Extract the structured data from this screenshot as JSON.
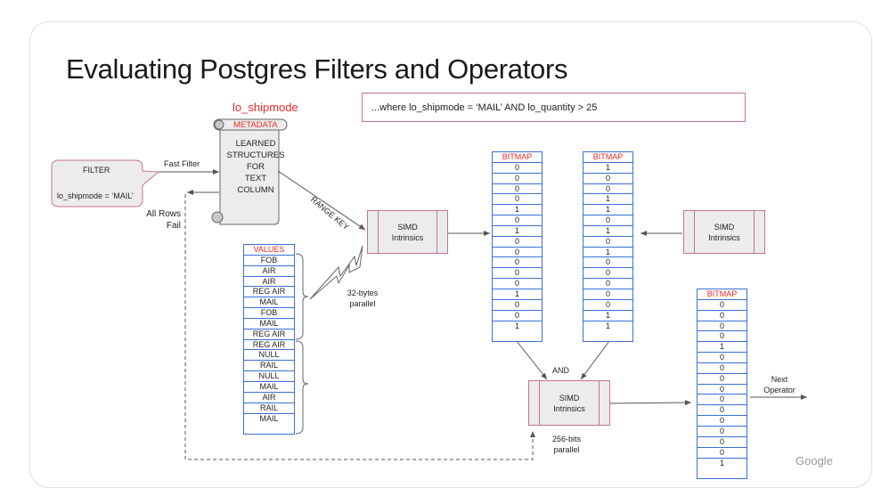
{
  "slide": {
    "title": "Evaluating Postgres Filters and Operators",
    "where_clause": "...where lo_shipmode = ‘MAIL’ AND lo_quantity > 25",
    "column_name": "lo_shipmode",
    "brand": "Google"
  },
  "filter": {
    "label": "FILTER",
    "expression": "lo_shipmode = ‘MAIL’"
  },
  "metadata": {
    "label": "METADATA",
    "lines": [
      "LEARNED",
      "STRUCTURES",
      "FOR",
      "TEXT",
      "COLUMN"
    ]
  },
  "edges": {
    "fast_filter": "Fast Filter",
    "all_rows_fail_1": "All Rows",
    "all_rows_fail_2": "Fail",
    "range_key": "RANGE KEY",
    "bytes_parallel_1": "32-bytes",
    "bytes_parallel_2": "parallel",
    "and_label": "AND",
    "bits_parallel_1": "256-bits",
    "bits_parallel_2": "parallel",
    "next_operator_1": "Next",
    "next_operator_2": "Operator"
  },
  "simd": {
    "line1": "SIMD",
    "line2": "Intrinsics"
  },
  "values_table": {
    "header": "VALUES",
    "rows": [
      "FOB",
      "AIR",
      "AIR",
      "REG AIR",
      "MAIL",
      "FOB",
      "MAIL",
      "REG AIR",
      "REG AIR",
      "NULL",
      "RAIL",
      "NULL",
      "MAIL",
      "AIR",
      "RAIL",
      "MAIL"
    ]
  },
  "bitmap_1": {
    "header": "BITMAP",
    "rows": [
      "0",
      "0",
      "0",
      "0",
      "1",
      "0",
      "1",
      "0",
      "0",
      "0",
      "0",
      "0",
      "1",
      "0",
      "0",
      "1"
    ]
  },
  "bitmap_2": {
    "header": "BITMAP",
    "rows": [
      "1",
      "0",
      "0",
      "1",
      "1",
      "0",
      "1",
      "0",
      "1",
      "0",
      "0",
      "0",
      "0",
      "0",
      "1",
      "1"
    ]
  },
  "bitmap_result": {
    "header": "BITMAP",
    "rows": [
      "0",
      "0",
      "0",
      "0",
      "1",
      "0",
      "0",
      "0",
      "0",
      "0",
      "0",
      "0",
      "0",
      "0",
      "0",
      "1"
    ]
  },
  "colors": {
    "accent_red": "#ee2b2b",
    "table_blue": "#3b6fd8",
    "simd_border": "#c2739a",
    "connector": "#555555"
  }
}
